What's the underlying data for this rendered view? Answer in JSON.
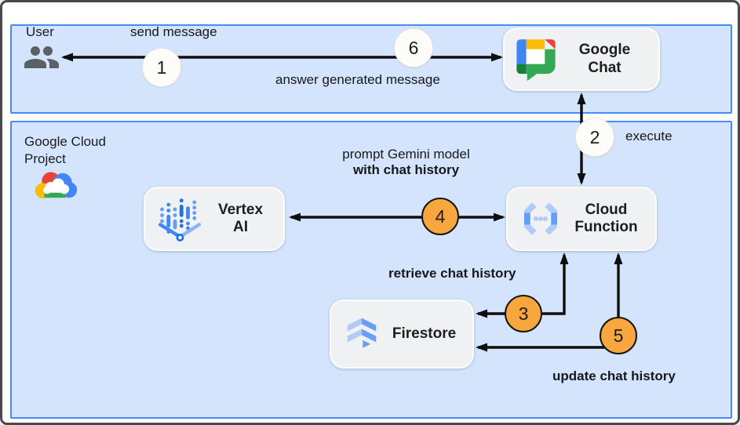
{
  "lanes": {
    "user": {
      "label": "User"
    },
    "gcp": {
      "label": "Google Cloud Project"
    }
  },
  "nodes": {
    "google_chat": {
      "line1": "Google",
      "line2": "Chat"
    },
    "vertex_ai": {
      "line1": "Vertex",
      "line2": "AI"
    },
    "cloud_function": {
      "line1": "Cloud",
      "line2": "Function"
    },
    "firestore": {
      "label": "Firestore"
    }
  },
  "edges": {
    "send_message": {
      "label": "send message",
      "step": "1"
    },
    "answer": {
      "label": "answer generated message",
      "step": "6"
    },
    "execute": {
      "label": "execute",
      "step": "2"
    },
    "prompt_gemini": {
      "label_line1": "prompt Gemini model",
      "label_line2": "with chat history",
      "step": "4"
    },
    "retrieve_history": {
      "label": "retrieve chat history",
      "step": "3"
    },
    "update_history": {
      "label": "update chat history",
      "step": "5"
    }
  },
  "icons": {
    "user": "group-icon",
    "gcp": "google-cloud-logo",
    "google_chat": "google-chat-icon",
    "vertex_ai": "vertex-ai-icon",
    "cloud_function": "cloud-function-icon",
    "firestore": "firestore-icon"
  },
  "colors": {
    "lane_fill": "#d4e4fc",
    "lane_border": "#4a8af4",
    "node_fill": "#eff1f2",
    "badge_plain": "#fdfcf9",
    "badge_highlight": "#f7a73e",
    "arrow": "#0e0e0e",
    "google_blue": "#4285f4",
    "google_red": "#ea4335",
    "google_yellow": "#fbbc04",
    "google_green": "#34a853"
  }
}
